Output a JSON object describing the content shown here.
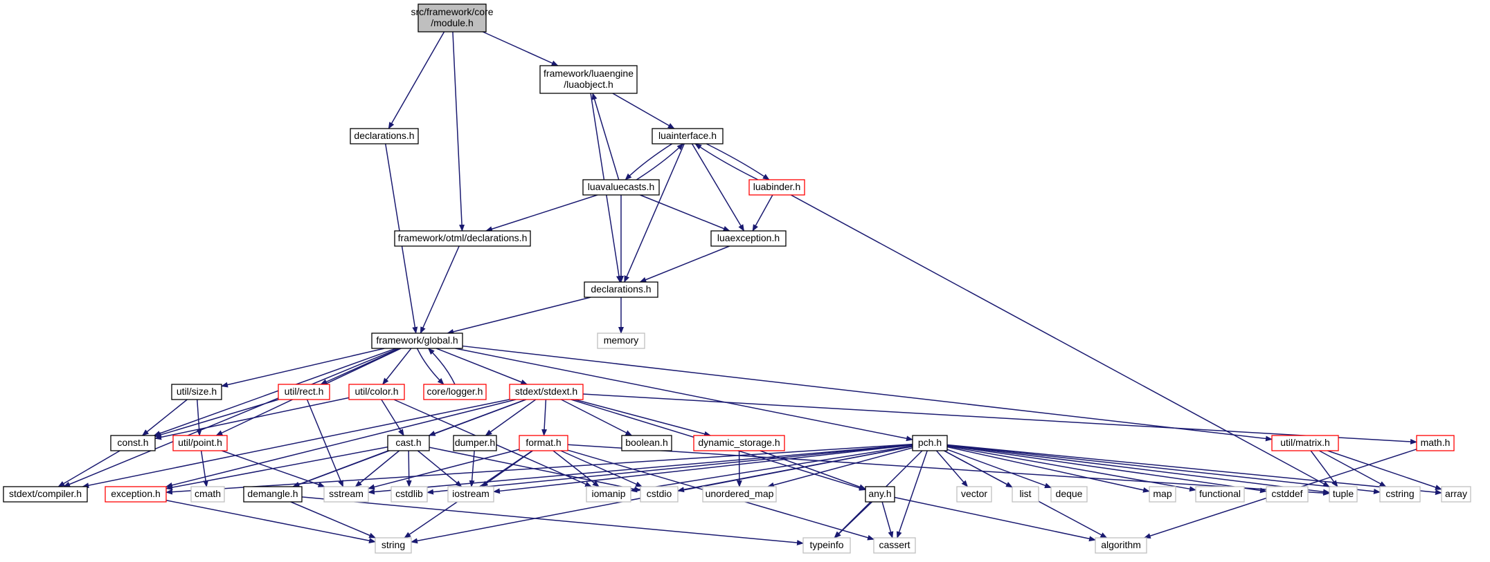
{
  "colors": {
    "edge": "#191970",
    "border_default": "#000000",
    "border_truncated": "#ff0000",
    "border_system": "#bfbfbf",
    "fill_root": "#bfbfbf",
    "fill_default": "#ffffff",
    "text": "#000000"
  },
  "nodes": [
    {
      "id": "root",
      "label": "src/framework/core\n/module.h",
      "kind": "root"
    },
    {
      "id": "luaobject",
      "label": "framework/luaengine\n/luaobject.h",
      "kind": "normal"
    },
    {
      "id": "decl1",
      "label": "declarations.h",
      "kind": "normal"
    },
    {
      "id": "luainterface",
      "label": "luainterface.h",
      "kind": "normal"
    },
    {
      "id": "luavaluecasts",
      "label": "luavaluecasts.h",
      "kind": "normal"
    },
    {
      "id": "luabinder",
      "label": "luabinder.h",
      "kind": "truncated"
    },
    {
      "id": "otmldecl",
      "label": "framework/otml/declarations.h",
      "kind": "normal"
    },
    {
      "id": "luaexception",
      "label": "luaexception.h",
      "kind": "normal"
    },
    {
      "id": "decl2",
      "label": "declarations.h",
      "kind": "normal"
    },
    {
      "id": "global",
      "label": "framework/global.h",
      "kind": "normal"
    },
    {
      "id": "memory",
      "label": "memory",
      "kind": "system"
    },
    {
      "id": "size",
      "label": "util/size.h",
      "kind": "normal"
    },
    {
      "id": "rect",
      "label": "util/rect.h",
      "kind": "truncated"
    },
    {
      "id": "color",
      "label": "util/color.h",
      "kind": "truncated"
    },
    {
      "id": "logger",
      "label": "core/logger.h",
      "kind": "truncated"
    },
    {
      "id": "stdext",
      "label": "stdext/stdext.h",
      "kind": "truncated"
    },
    {
      "id": "const",
      "label": "const.h",
      "kind": "normal"
    },
    {
      "id": "point",
      "label": "util/point.h",
      "kind": "truncated"
    },
    {
      "id": "cast",
      "label": "cast.h",
      "kind": "normal"
    },
    {
      "id": "dumper",
      "label": "dumper.h",
      "kind": "normal"
    },
    {
      "id": "format",
      "label": "format.h",
      "kind": "truncated"
    },
    {
      "id": "boolean",
      "label": "boolean.h",
      "kind": "normal"
    },
    {
      "id": "dynstorage",
      "label": "dynamic_storage.h",
      "kind": "truncated"
    },
    {
      "id": "pch",
      "label": "pch.h",
      "kind": "normal"
    },
    {
      "id": "matrix",
      "label": "util/matrix.h",
      "kind": "truncated"
    },
    {
      "id": "math",
      "label": "math.h",
      "kind": "truncated"
    },
    {
      "id": "compiler",
      "label": "stdext/compiler.h",
      "kind": "normal"
    },
    {
      "id": "exception",
      "label": "exception.h",
      "kind": "truncated"
    },
    {
      "id": "cmath",
      "label": "cmath",
      "kind": "system"
    },
    {
      "id": "demangle",
      "label": "demangle.h",
      "kind": "normal"
    },
    {
      "id": "sstream",
      "label": "sstream",
      "kind": "system"
    },
    {
      "id": "cstdlib",
      "label": "cstdlib",
      "kind": "system"
    },
    {
      "id": "iostream",
      "label": "iostream",
      "kind": "system"
    },
    {
      "id": "iomanip",
      "label": "iomanip",
      "kind": "system"
    },
    {
      "id": "cstdio",
      "label": "cstdio",
      "kind": "system"
    },
    {
      "id": "unordered_map",
      "label": "unordered_map",
      "kind": "system"
    },
    {
      "id": "any",
      "label": "any.h",
      "kind": "normal"
    },
    {
      "id": "vector",
      "label": "vector",
      "kind": "system"
    },
    {
      "id": "list",
      "label": "list",
      "kind": "system"
    },
    {
      "id": "deque",
      "label": "deque",
      "kind": "system"
    },
    {
      "id": "map",
      "label": "map",
      "kind": "system"
    },
    {
      "id": "functional",
      "label": "functional",
      "kind": "system"
    },
    {
      "id": "cstddef",
      "label": "cstddef",
      "kind": "system"
    },
    {
      "id": "tuple",
      "label": "tuple",
      "kind": "system"
    },
    {
      "id": "cstring",
      "label": "cstring",
      "kind": "system"
    },
    {
      "id": "array",
      "label": "array",
      "kind": "system"
    },
    {
      "id": "string",
      "label": "string",
      "kind": "system"
    },
    {
      "id": "typeinfo",
      "label": "typeinfo",
      "kind": "system"
    },
    {
      "id": "cassert",
      "label": "cassert",
      "kind": "system"
    },
    {
      "id": "algorithm",
      "label": "algorithm",
      "kind": "system"
    }
  ],
  "edges": [
    [
      "root",
      "decl1"
    ],
    [
      "root",
      "otmldecl"
    ],
    [
      "root",
      "luaobject"
    ],
    [
      "luaobject",
      "luainterface"
    ],
    [
      "luaobject",
      "decl2"
    ],
    [
      "luavaluecasts",
      "luaobject"
    ],
    [
      "luainterface",
      "luavaluecasts"
    ],
    [
      "luavaluecasts",
      "luainterface"
    ],
    [
      "luainterface",
      "luabinder"
    ],
    [
      "luabinder",
      "luainterface"
    ],
    [
      "luainterface",
      "luaexception"
    ],
    [
      "luainterface",
      "decl2"
    ],
    [
      "luavaluecasts",
      "otmldecl"
    ],
    [
      "luavaluecasts",
      "decl2"
    ],
    [
      "luavaluecasts",
      "luaexception"
    ],
    [
      "luabinder",
      "luaexception"
    ],
    [
      "luabinder",
      "tuple"
    ],
    [
      "luaexception",
      "decl2"
    ],
    [
      "decl2",
      "global"
    ],
    [
      "decl2",
      "memory"
    ],
    [
      "decl1",
      "global"
    ],
    [
      "otmldecl",
      "global"
    ],
    [
      "global",
      "compiler"
    ],
    [
      "global",
      "const"
    ],
    [
      "global",
      "size"
    ],
    [
      "global",
      "point"
    ],
    [
      "global",
      "rect"
    ],
    [
      "global",
      "color"
    ],
    [
      "global",
      "logger"
    ],
    [
      "logger",
      "global"
    ],
    [
      "global",
      "stdext"
    ],
    [
      "global",
      "pch"
    ],
    [
      "global",
      "matrix"
    ],
    [
      "size",
      "const"
    ],
    [
      "size",
      "point"
    ],
    [
      "rect",
      "const"
    ],
    [
      "rect",
      "sstream"
    ],
    [
      "color",
      "const"
    ],
    [
      "color",
      "cast"
    ],
    [
      "color",
      "iomanip"
    ],
    [
      "const",
      "compiler"
    ],
    [
      "point",
      "cmath"
    ],
    [
      "point",
      "sstream"
    ],
    [
      "stdext",
      "compiler"
    ],
    [
      "stdext",
      "exception"
    ],
    [
      "stdext",
      "demangle"
    ],
    [
      "stdext",
      "cast"
    ],
    [
      "stdext",
      "dumper"
    ],
    [
      "stdext",
      "format"
    ],
    [
      "stdext",
      "boolean"
    ],
    [
      "stdext",
      "dynstorage"
    ],
    [
      "stdext",
      "any"
    ],
    [
      "stdext",
      "math"
    ],
    [
      "cast",
      "exception"
    ],
    [
      "cast",
      "demangle"
    ],
    [
      "cast",
      "sstream"
    ],
    [
      "cast",
      "cstdlib"
    ],
    [
      "cast",
      "iostream"
    ],
    [
      "cast",
      "cstdio"
    ],
    [
      "dumper",
      "iostream"
    ],
    [
      "format",
      "sstream"
    ],
    [
      "format",
      "iostream"
    ],
    [
      "format",
      "iomanip"
    ],
    [
      "format",
      "cstdio"
    ],
    [
      "format",
      "string"
    ],
    [
      "format",
      "cassert"
    ],
    [
      "format",
      "tuple"
    ],
    [
      "dynstorage",
      "unordered_map"
    ],
    [
      "dynstorage",
      "any"
    ],
    [
      "pch",
      "exception"
    ],
    [
      "pch",
      "sstream"
    ],
    [
      "pch",
      "cstdlib"
    ],
    [
      "pch",
      "iostream"
    ],
    [
      "pch",
      "iomanip"
    ],
    [
      "pch",
      "cstdio"
    ],
    [
      "pch",
      "unordered_map"
    ],
    [
      "pch",
      "string"
    ],
    [
      "pch",
      "typeinfo"
    ],
    [
      "pch",
      "cassert"
    ],
    [
      "pch",
      "vector"
    ],
    [
      "pch",
      "list"
    ],
    [
      "pch",
      "deque"
    ],
    [
      "pch",
      "map"
    ],
    [
      "pch",
      "functional"
    ],
    [
      "pch",
      "cstddef"
    ],
    [
      "pch",
      "tuple"
    ],
    [
      "pch",
      "cstring"
    ],
    [
      "pch",
      "array"
    ],
    [
      "pch",
      "algorithm"
    ],
    [
      "matrix",
      "tuple"
    ],
    [
      "matrix",
      "cstring"
    ],
    [
      "matrix",
      "array"
    ],
    [
      "math",
      "algorithm"
    ],
    [
      "exception",
      "string"
    ],
    [
      "demangle",
      "string"
    ],
    [
      "demangle",
      "typeinfo"
    ],
    [
      "any",
      "typeinfo"
    ],
    [
      "any",
      "cassert"
    ],
    [
      "any",
      "algorithm"
    ]
  ]
}
